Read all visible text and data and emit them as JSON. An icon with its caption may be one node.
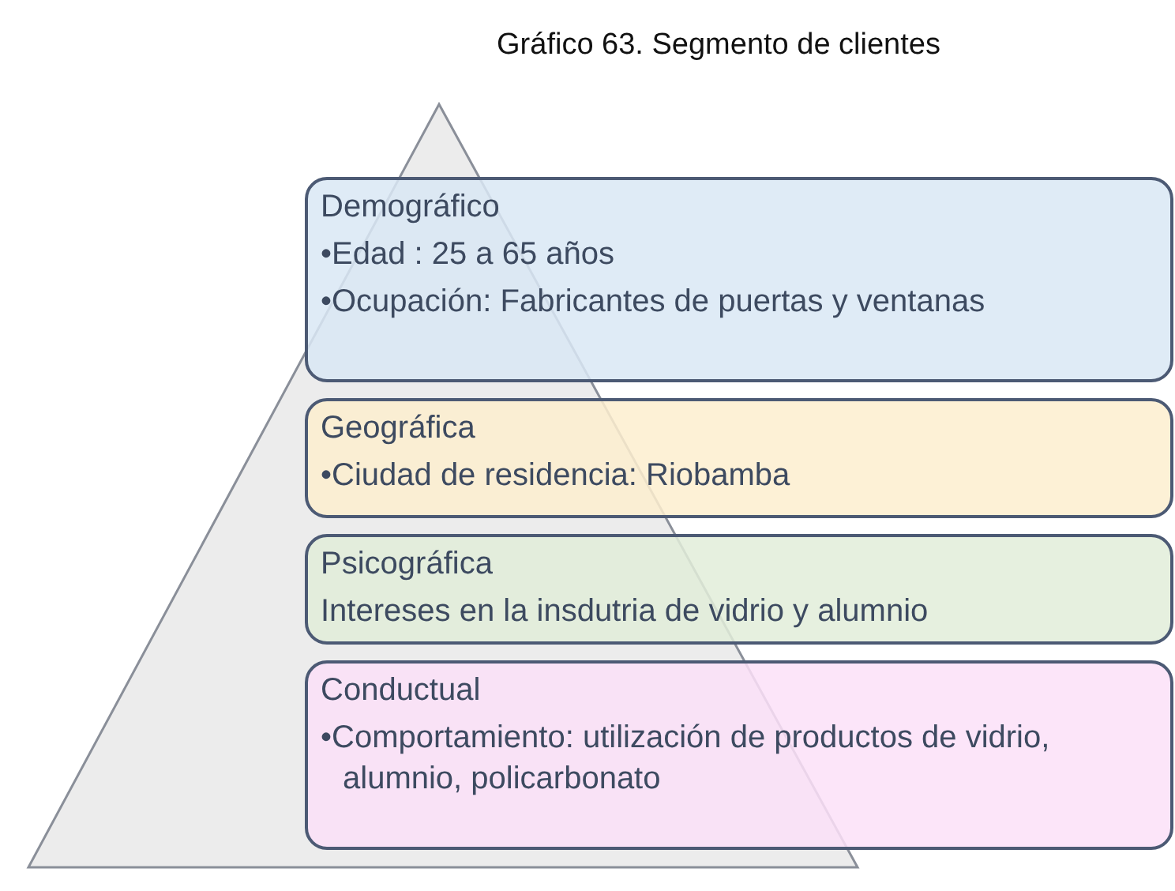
{
  "diagram": {
    "title": "Gráfico 63. Segmento de clientes",
    "nodes": [
      {
        "text": [
          "Demográfico",
          "•Edad : 25 a 65 años",
          "•Ocupación: Fabricantes de puertas y ventanas"
        ]
      },
      {
        "text": [
          "Geográfica",
          "•Ciudad de residencia: Riobamba"
        ]
      },
      {
        "text": [
          "Psicográfica",
          "Intereses en la insdutria de vidrio y alumnio"
        ]
      },
      {
        "text": [
          "Conductual",
          "•Comportamiento: utilización de productos de vidrio, alumnio, policarbonato"
        ]
      }
    ],
    "edges": []
  }
}
